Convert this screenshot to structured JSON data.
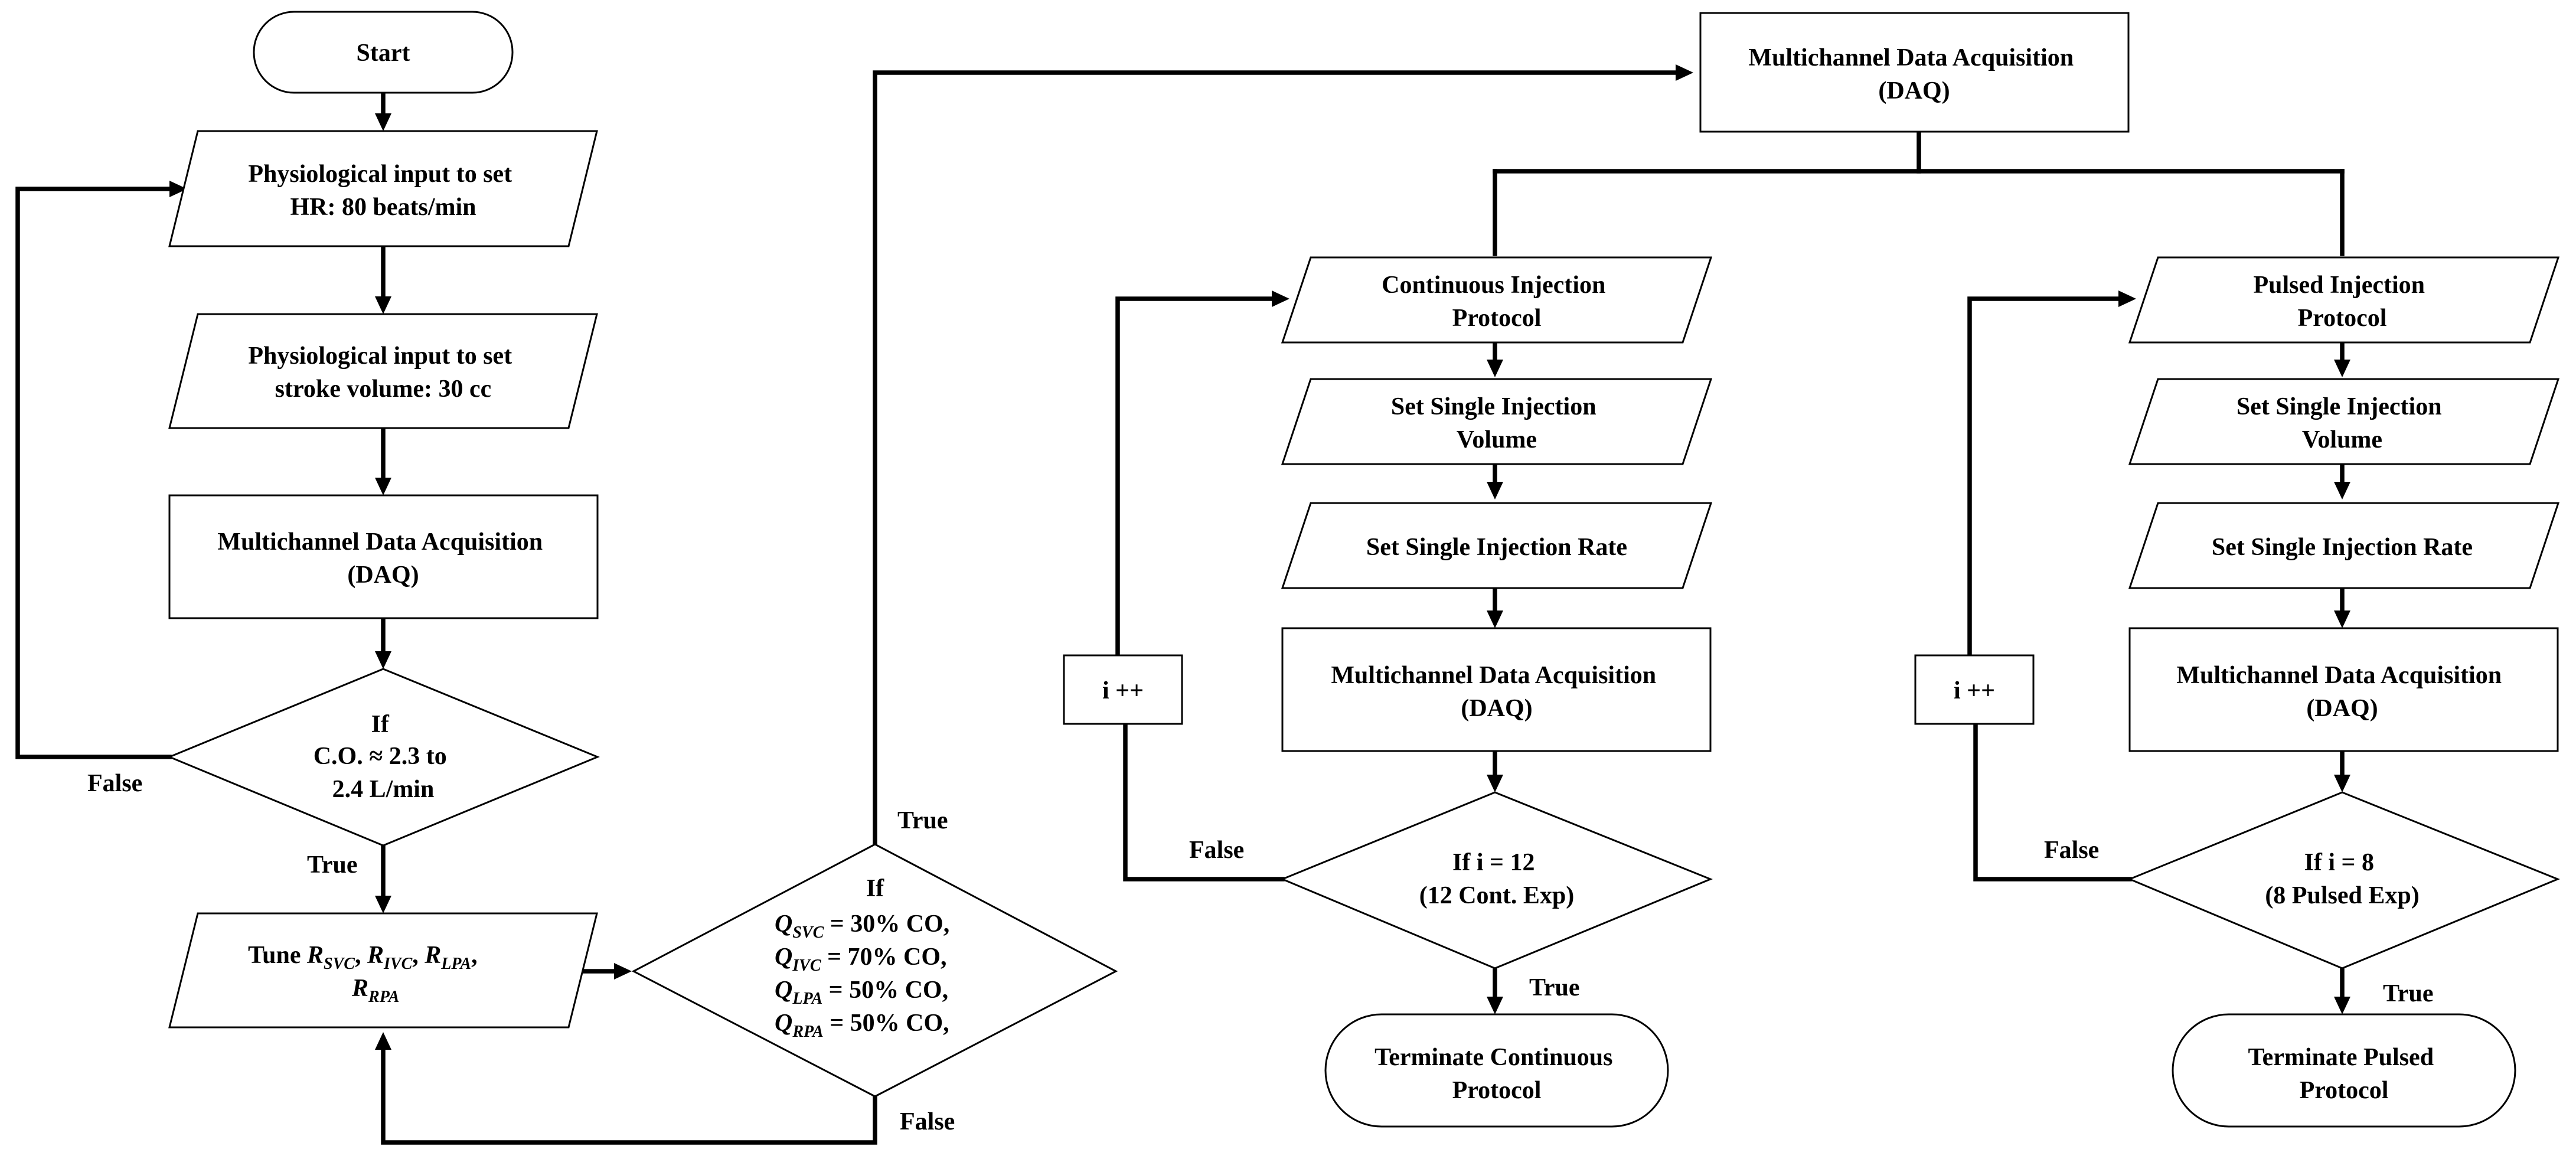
{
  "diagram": {
    "start": "Start",
    "input_hr": [
      "Physiological input to set",
      "HR: 80 beats/min"
    ],
    "input_sv": [
      "Physiological input to set",
      "stroke volume: 30 cc"
    ],
    "daq_left": [
      "Multichannel Data Acquisition",
      "(DAQ)"
    ],
    "decision_co": [
      "If",
      "C.O. ≈ 2.3 to",
      "2.4 L/min"
    ],
    "tune": {
      "prefix": "Tune ",
      "symbol": "R",
      "subs": [
        "SVC",
        "IVC",
        "LPA",
        "RPA"
      ],
      "separator": ", "
    },
    "decision_q": {
      "title": "If",
      "symbol": "Q",
      "rows": [
        {
          "sub": "SVC",
          "text": " = 30% CO,"
        },
        {
          "sub": "IVC",
          "text": " = 70% CO,"
        },
        {
          "sub": "LPA",
          "text": " = 50% CO,"
        },
        {
          "sub": "RPA",
          "text": " = 50% CO,"
        }
      ]
    },
    "daq_top": [
      "Multichannel Data Acquisition",
      "(DAQ)"
    ],
    "continuous": {
      "protocol": [
        "Continuous Injection",
        "Protocol"
      ],
      "volume": [
        "Set Single Injection",
        "Volume"
      ],
      "rate": "Set Single Injection Rate",
      "daq": [
        "Multichannel Data Acquisition",
        "(DAQ)"
      ],
      "decision": [
        "If i = 12",
        "(12 Cont. Exp)"
      ],
      "counter": "i ++",
      "terminate": [
        "Terminate Continuous",
        "Protocol"
      ]
    },
    "pulsed": {
      "protocol": [
        "Pulsed Injection",
        "Protocol"
      ],
      "volume": [
        "Set Single Injection",
        "Volume"
      ],
      "rate": "Set Single Injection Rate",
      "daq": [
        "Multichannel Data Acquisition",
        "(DAQ)"
      ],
      "decision": [
        "If i = 8",
        "(8 Pulsed Exp)"
      ],
      "counter": "i ++",
      "terminate": [
        "Terminate Pulsed",
        "Protocol"
      ]
    },
    "labels": {
      "true": "True",
      "false": "False"
    }
  }
}
